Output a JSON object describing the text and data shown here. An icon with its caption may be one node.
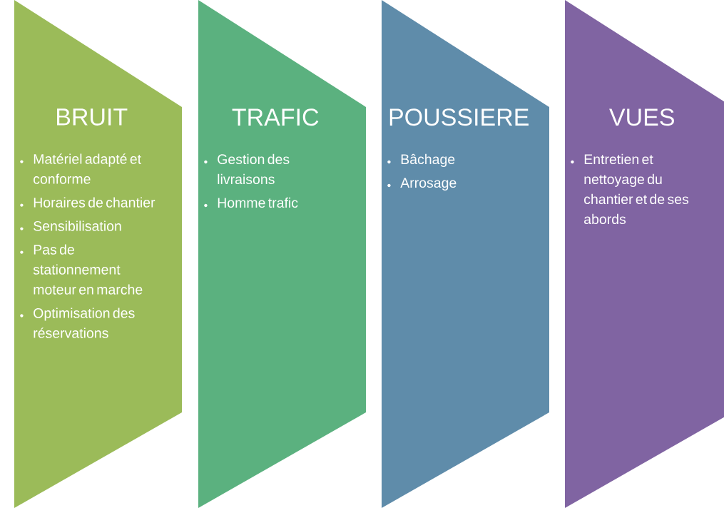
{
  "diagram": {
    "nodes": [
      {
        "text": [
          "BRUIT",
          "Matériel adapté et conforme",
          "Horaires de chantier",
          "Sensibilisation",
          "Pas de stationnement moteur en marche",
          "Optimisation des réservations"
        ]
      },
      {
        "text": [
          "TRAFIC",
          "Gestion des livraisons",
          "Homme trafic"
        ]
      },
      {
        "text": [
          "POUSSIERE",
          "Bâchage",
          "Arrosage"
        ]
      },
      {
        "text": [
          "VUES",
          "Entretien et nettoyage du chantier et de ses abords"
        ]
      }
    ]
  }
}
